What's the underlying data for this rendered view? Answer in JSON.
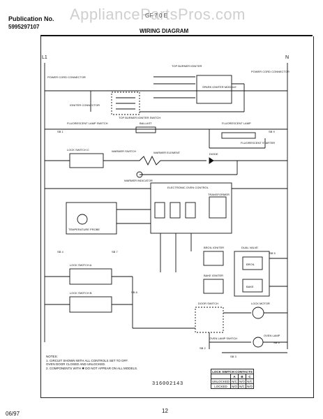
{
  "watermark": "AppliancePartsPros.com",
  "header": {
    "publication_label": "Publication No.",
    "publication_number": "5995297107",
    "model": "GF 7 0 E",
    "title": "WIRING DIAGRAM"
  },
  "rails": {
    "left": "L1",
    "right": "N"
  },
  "labels": {
    "power_cord_left": "POWER CORD CONNECTOR",
    "power_cord_right": "POWER CORD CONNECTOR",
    "ignitor_conn": "IGNITER CONNECTOR",
    "top_burner_ignitor": "TOP BURNER IGNITER",
    "spark_module": "SPARK IGNITER MODULE",
    "top_burner_switch": "TOP BURNER IGNITER SWITCH",
    "fluor_switch": "FLUORESCENT LAMP SWITCH",
    "ballast": "BALLAST",
    "fluor_lamp": "FLUORESCENT LAMP",
    "fluor_starter": "FLUORESCENT STARTER",
    "lock_switch_c": "LOCK SWITCH C",
    "warmer_switch": "WARMER SWITCH",
    "warmer_element": "WARMER ELEMENT",
    "diode": "DIODE",
    "warmer_indicator": "WARMER INDICATOR",
    "electronic_control": "ELECTRONIC OVEN CONTROL",
    "transformer": "TRANSFORMER",
    "temp_probe": "TEMPERATURE PROBE",
    "lock_switch_a": "LOCK SWITCH A",
    "lock_switch_b": "LOCK SWITCH B",
    "broil_ignitor": "BROIL IGNITER",
    "bake_ignitor": "BAKE IGNITER",
    "dual_valve": "DUAL VALVE",
    "broil": "BROIL",
    "bake": "BAKE",
    "door_switch": "DOOR SWITCH",
    "lock_motor": "LOCK MOTOR",
    "oven_lamp_switch": "OVEN LAMP SWITCH",
    "oven_lamp": "OVEN LAMP",
    "sb1": "SB 1",
    "sb2": "SB 2",
    "sb3": "SB 3",
    "sb4": "SB 4",
    "sb5": "SB 5",
    "sb6": "SB 6",
    "sb7": "SB 7",
    "sb8": "SB 8",
    "sb9": "SB 9"
  },
  "notes": {
    "title": "NOTES:",
    "line1": "1. CIRCUIT SHOWN WITH ALL CONTROLS SET TO OFF.",
    "line2": "   OVEN DOOR CLOSED AND UNLOCKED.",
    "line3": "2. COMPONENTS WITH ✱ DO NOT APPEAR ON ALL MODELS."
  },
  "doc_number": "316002143",
  "switch_table": {
    "title": "LOCK SWITCH CONTACTS",
    "headers": [
      "",
      "A",
      "B",
      "C"
    ],
    "rows": [
      [
        "UNLOCKED",
        "N/C",
        "N/O",
        "N/C"
      ],
      [
        "LOCKED",
        "N/O",
        "N/C",
        "N/O"
      ]
    ]
  },
  "footer": {
    "date": "06/97",
    "page": "12"
  }
}
